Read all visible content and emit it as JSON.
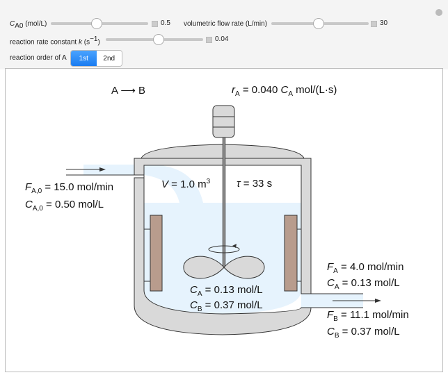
{
  "controls": {
    "ca0": {
      "label_main": "C",
      "label_sub": "A0",
      "label_unit": "(mol/L)",
      "value": "0.5",
      "fraction": 0.45
    },
    "flow": {
      "label": "volumetric flow rate (L/min)",
      "value": "30",
      "fraction": 0.5
    },
    "k": {
      "label_pre": "reaction rate constant",
      "label_k": "k",
      "label_post": "(s",
      "label_exp": "−1",
      "label_close": ")",
      "value": "0.04",
      "fraction": 0.55
    },
    "order": {
      "label": "reaction order of A",
      "options": [
        {
          "main": "1",
          "sup": "st"
        },
        {
          "main": "2",
          "sup": "nd"
        }
      ],
      "selected": 0
    }
  },
  "diagram": {
    "reaction": "A ⟶ B",
    "rate": {
      "r": "r",
      "r_sub": "A",
      "eq": " = 0.040 ",
      "c": "C",
      "c_sub": "A",
      "unit": " mol/(L·s)"
    },
    "volume": {
      "sym": "V",
      "text": " = 1.0 m",
      "exp": "3"
    },
    "tau": {
      "sym": "τ",
      "text": " = 33 s"
    },
    "inlet": {
      "F": "F",
      "F_sub": "A,0",
      "F_val": " = 15.0 mol/min",
      "C": "C",
      "C_sub": "A,0",
      "C_val": " = 0.50 mol/L"
    },
    "tank": {
      "CA": "C",
      "CA_sub": "A",
      "CA_val": " = 0.13 mol/L",
      "CB": "C",
      "CB_sub": "B",
      "CB_val": " = 0.37 mol/L"
    },
    "outlet": {
      "FA": "F",
      "FA_sub": "A",
      "FA_val": " = 4.0 mol/min",
      "CA": "C",
      "CA_sub": "A",
      "CA_val": " = 0.13 mol/L",
      "FB": "F",
      "FB_sub": "B",
      "FB_val": " = 11.1 mol/min",
      "CB": "C",
      "CB_sub": "B",
      "CB_val": " = 0.37 mol/L"
    }
  },
  "colors": {
    "liquid": "#e6f3fd",
    "wall": "#d9d9d9",
    "baffle": "#b89c8d",
    "accent": "#1a7cf0"
  }
}
